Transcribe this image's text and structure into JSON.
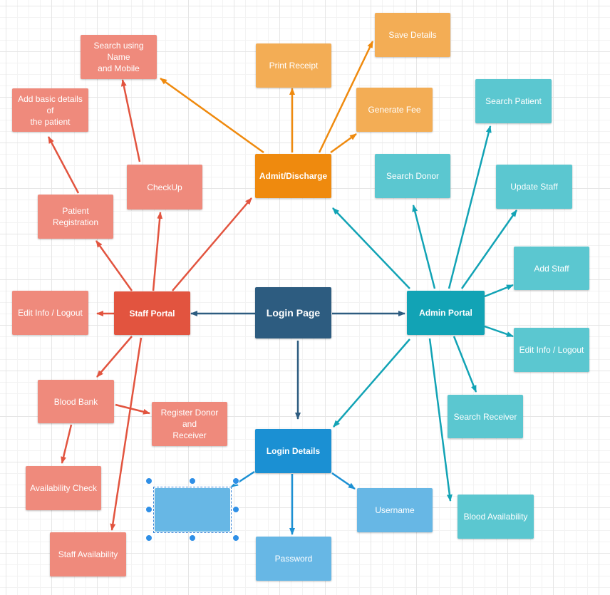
{
  "colors": {
    "login": "#2d5c80",
    "staff": "#e2543f",
    "staff_child": "#ef8a7c",
    "admin": "#12a3b5",
    "admin_child": "#5bc7d0",
    "admit": "#ef8a0e",
    "admit_child": "#f3ad55",
    "details": "#1b90d3",
    "details_child": "#67b7e5",
    "edge_login": "#2d5c80",
    "edge_staff": "#e2543f",
    "edge_admin": "#12a3b5",
    "edge_admit": "#ef8a0e",
    "edge_details": "#1b90d3"
  },
  "nodes": {
    "login_page": "Login Page",
    "staff_portal": "Staff Portal",
    "admin_portal": "Admin Portal",
    "admit_discharge": "Admit/Discharge",
    "login_details": "Login Details",
    "search_name_mobile": "Search using Name\nand Mobile",
    "add_basic_details": "Add basic details of\nthe patient",
    "checkup": "CheckUp",
    "patient_registration": "Patient Registration",
    "staff_edit_info": "Edit Info / Logout",
    "blood_bank": "Blood Bank",
    "register_donor": "Register Donor and\nReceiver",
    "availability_check": "Availability Check",
    "staff_availability": "Staff Availability",
    "print_receipt": "Print Receipt",
    "save_details": "Save Details",
    "generate_fee": "Generate Fee",
    "search_patient": "Search Patient",
    "search_donor": "Search Donor",
    "update_staff": "Update Staff",
    "add_staff": "Add Staff",
    "admin_edit_info": "Edit Info / Logout",
    "search_receiver": "Search Receiver",
    "blood_availability": "Blood Availability",
    "username": "Username",
    "password": "Password"
  }
}
